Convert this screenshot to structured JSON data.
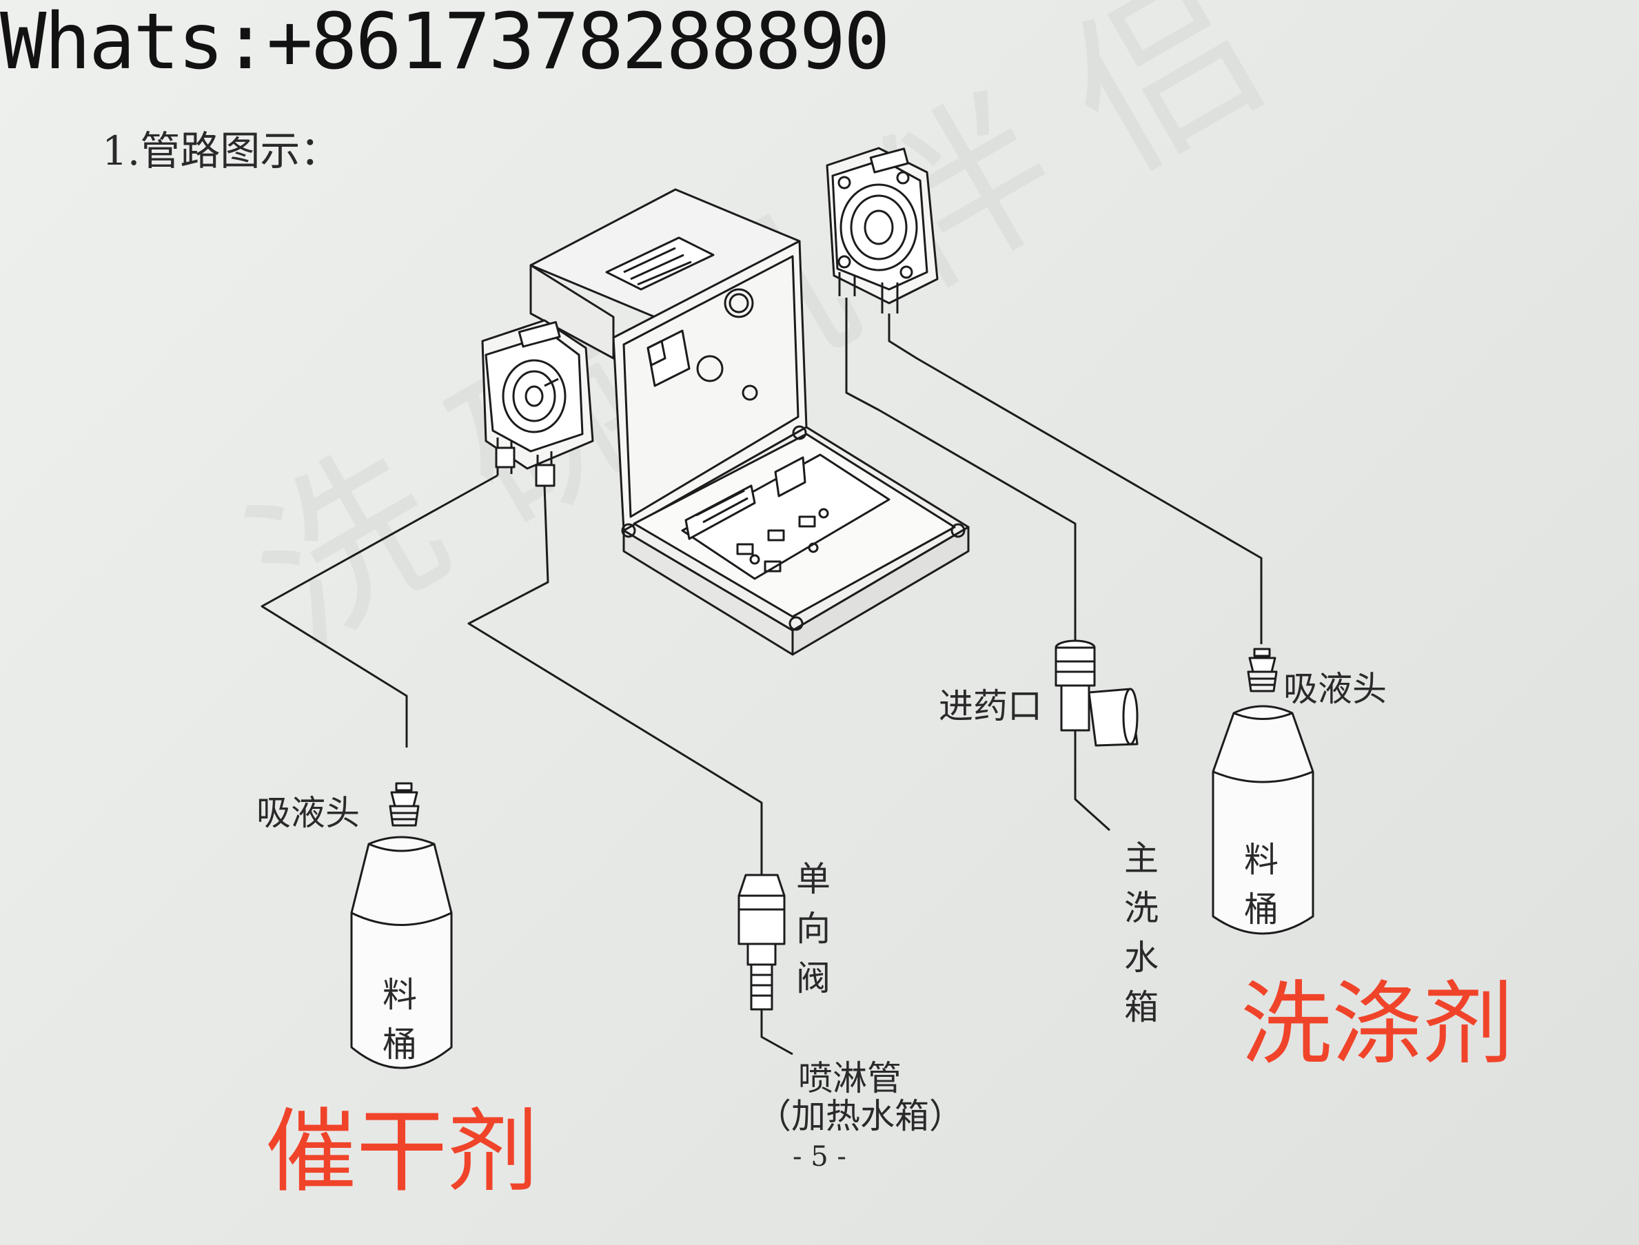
{
  "header": {
    "contact": "Whats:+8617378288890",
    "section_title": "1.管路图示："
  },
  "labels": {
    "suction_head_left": "吸液头",
    "suction_head_right": "吸液头",
    "inlet": "进药口",
    "check_valve": "单向阀",
    "main_wash_tank": "主洗水箱",
    "spray_pipe": "喷淋管",
    "heating_tank": "（加热水箱）",
    "bucket_left": "料桶",
    "bucket_right": "料桶"
  },
  "annotations": {
    "rinse_aid": "催干剂",
    "detergent": "洗涤剂"
  },
  "footer": {
    "page_number": "- 5 -"
  },
  "colors": {
    "annotation_red": "#f0442a",
    "line": "#1c1c1c",
    "paper": "#e8eae8"
  }
}
